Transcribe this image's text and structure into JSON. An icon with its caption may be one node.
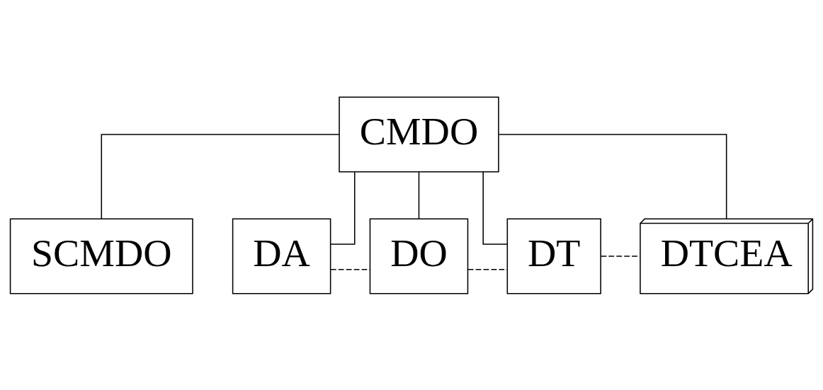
{
  "diagram": {
    "nodes": [
      {
        "text": [
          "CMDO"
        ]
      },
      {
        "text": [
          "SCMDO"
        ]
      },
      {
        "text": [
          "DA"
        ]
      },
      {
        "text": [
          "DO"
        ]
      },
      {
        "text": [
          "DT"
        ]
      },
      {
        "text": [
          "DTCEA"
        ]
      }
    ],
    "edges": [
      {
        "from": 0,
        "to": 1,
        "arrow": "none"
      },
      {
        "from": 0,
        "to": 2,
        "arrow": "none"
      },
      {
        "from": 0,
        "to": 3,
        "arrow": "none"
      },
      {
        "from": 0,
        "to": 4,
        "arrow": "none"
      },
      {
        "from": 0,
        "to": 5,
        "arrow": "none"
      },
      {
        "from": 2,
        "to": 3,
        "arrow": "none",
        "style": "dashed"
      },
      {
        "from": 3,
        "to": 4,
        "arrow": "none",
        "style": "dashed"
      },
      {
        "from": 4,
        "to": 5,
        "arrow": "none",
        "style": "dashed"
      }
    ]
  }
}
